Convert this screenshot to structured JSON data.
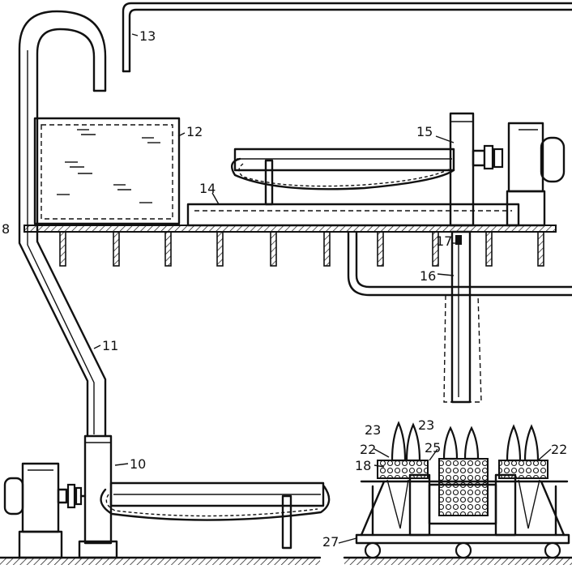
{
  "labels": {
    "l8": "8",
    "l10": "10",
    "l11": "11",
    "l12": "12",
    "l13": "13",
    "l14": "14",
    "l15": "15",
    "l16": "16",
    "l17": "17",
    "l18": "18",
    "l22a": "22",
    "l22b": "22",
    "l23a": "23",
    "l23b": "23",
    "l25": "25",
    "l27": "27"
  }
}
